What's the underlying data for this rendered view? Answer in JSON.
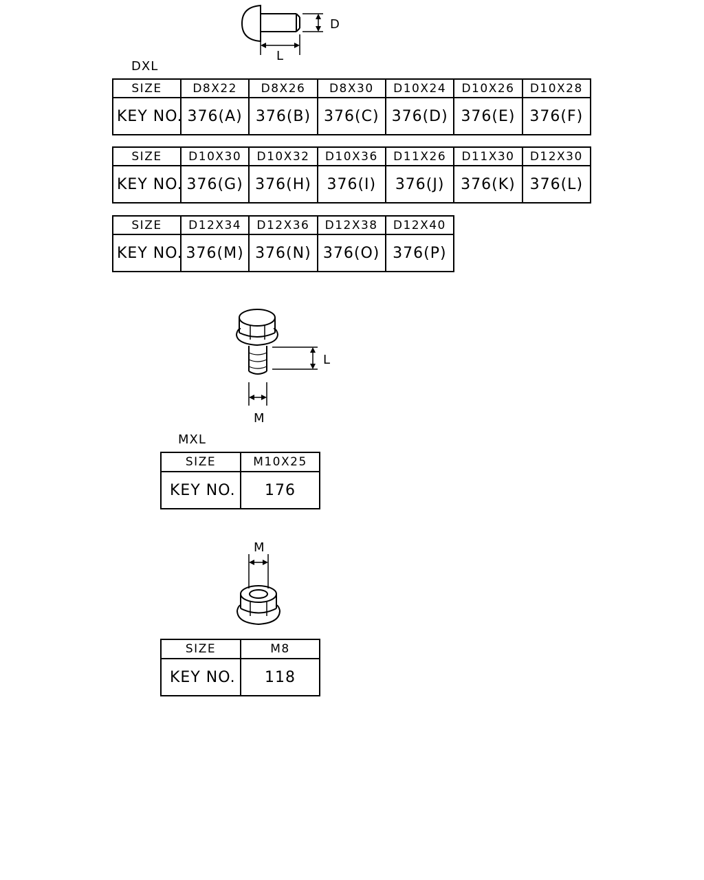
{
  "section_dxl": {
    "title": "DXL",
    "dim_d": "D",
    "dim_l": "L",
    "row_label_size": "SIZE",
    "row_label_key": "KEY NO.",
    "table1": {
      "sizes": [
        "D8X22",
        "D8X26",
        "D8X30",
        "D10X24",
        "D10X26",
        "D10X28"
      ],
      "keys": [
        "376(A)",
        "376(B)",
        "376(C)",
        "376(D)",
        "376(E)",
        "376(F)"
      ]
    },
    "table2": {
      "sizes": [
        "D10X30",
        "D10X32",
        "D10X36",
        "D11X26",
        "D11X30",
        "D12X30"
      ],
      "keys": [
        "376(G)",
        "376(H)",
        "376(I)",
        "376(J)",
        "376(K)",
        "376(L)"
      ]
    },
    "table3": {
      "sizes": [
        "D12X34",
        "D12X36",
        "D12X38",
        "D12X40"
      ],
      "keys": [
        "376(M)",
        "376(N)",
        "376(O)",
        "376(P)"
      ]
    }
  },
  "section_mxl": {
    "title": "MXL",
    "dim_l": "L",
    "dim_m": "M",
    "row_label_size": "SIZE",
    "row_label_key": "KEY NO.",
    "size": "M10X25",
    "key": "176"
  },
  "section_nut": {
    "dim_m": "M",
    "row_label_size": "SIZE",
    "row_label_key": "KEY NO.",
    "size": "M8",
    "key": "118"
  }
}
